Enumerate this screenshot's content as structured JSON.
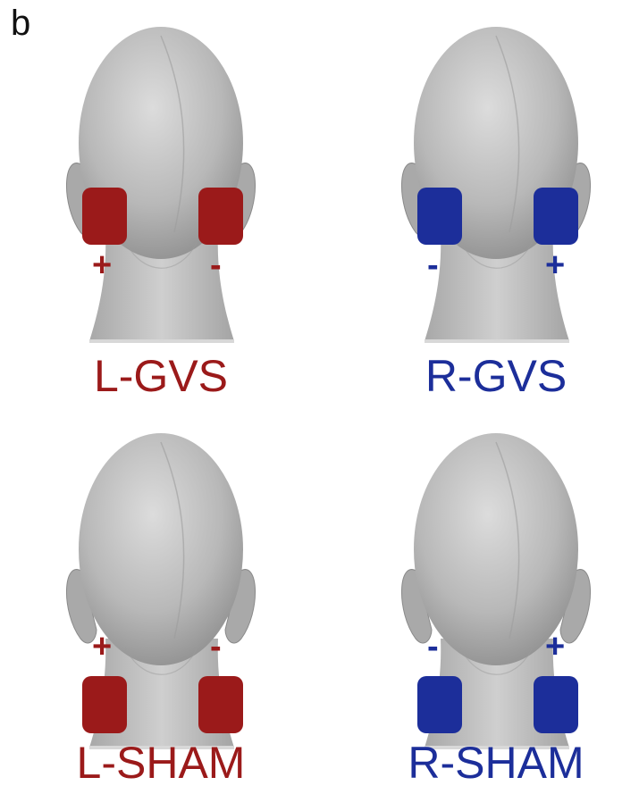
{
  "panel_label": "b",
  "conditions": [
    {
      "label": "L-GVS",
      "color": "#9b1a1a",
      "left_sign": "+",
      "right_sign": "-",
      "electrode_position": "mastoid"
    },
    {
      "label": "R-GVS",
      "color": "#1c2e9a",
      "left_sign": "-",
      "right_sign": "+",
      "electrode_position": "mastoid"
    },
    {
      "label": "L-SHAM",
      "color": "#9b1a1a",
      "left_sign": "+",
      "right_sign": "-",
      "electrode_position": "neck"
    },
    {
      "label": "R-SHAM",
      "color": "#1c2e9a",
      "left_sign": "-",
      "right_sign": "+",
      "electrode_position": "neck"
    }
  ]
}
